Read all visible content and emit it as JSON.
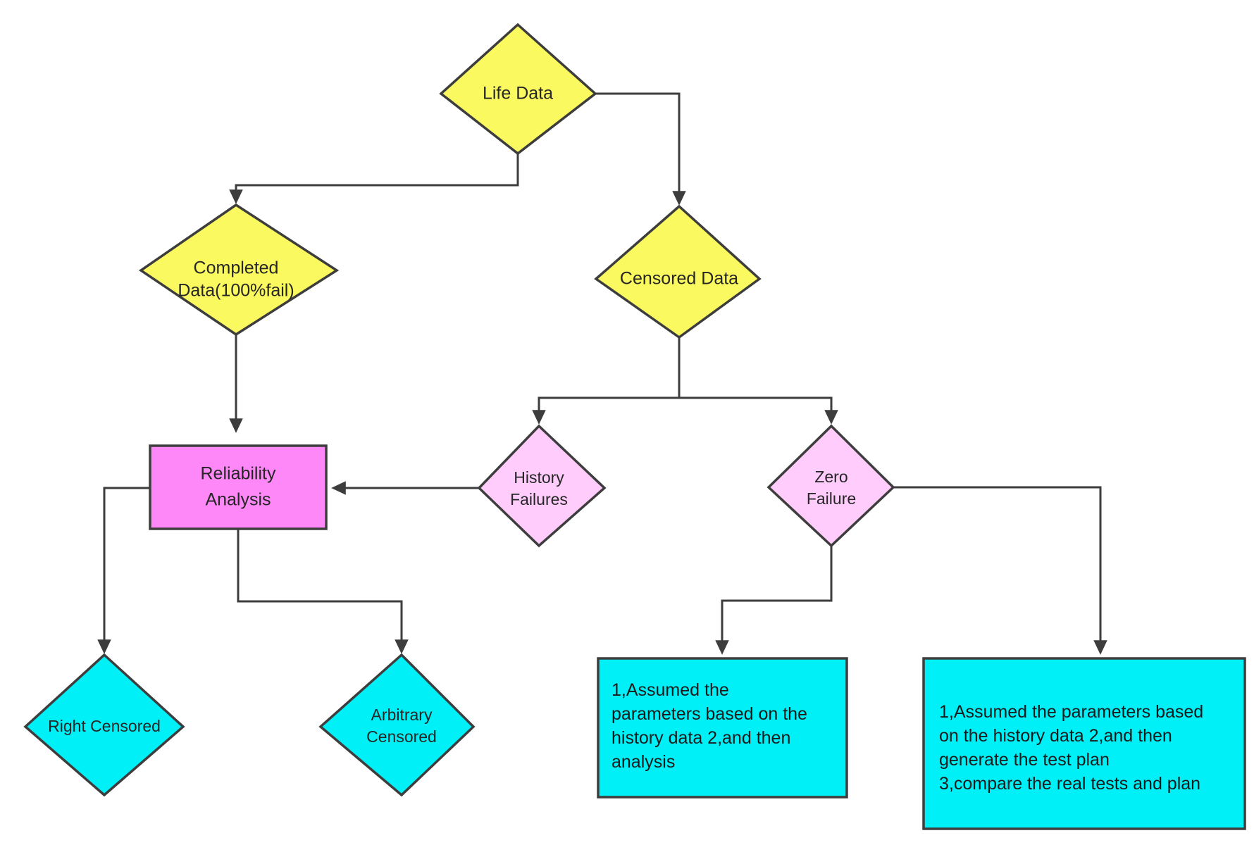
{
  "diagram": {
    "title": "Life Data Reliability Analysis Flowchart",
    "background": "#ffffff",
    "stroke_color": "#3d3d3d",
    "palette": {
      "yellow": "#faf95f",
      "pink_box": "#ff88f8",
      "pink_diamond": "#ffccfb",
      "cyan": "#00f0f8"
    }
  },
  "nodes": {
    "life_data": {
      "label": "Life Data",
      "shape": "diamond",
      "color": "#faf95f"
    },
    "completed_data": {
      "label_line1": "Completed",
      "label_line2": "Data(100%fail)",
      "shape": "diamond",
      "color": "#faf95f"
    },
    "censored_data": {
      "label": "Censored Data",
      "shape": "diamond",
      "color": "#faf95f"
    },
    "reliability_analysis": {
      "label_line1": "Reliability",
      "label_line2": "Analysis",
      "shape": "rect",
      "color": "#ff88f8"
    },
    "history_failures": {
      "label_line1": "History",
      "label_line2": "Failures",
      "shape": "diamond",
      "color": "#ffccfb"
    },
    "zero_failure": {
      "label_line1": "Zero",
      "label_line2": "Failure",
      "shape": "diamond",
      "color": "#ffccfb"
    },
    "right_censored": {
      "label": "Right Censored",
      "shape": "diamond",
      "color": "#00f0f8"
    },
    "arbitrary_censored": {
      "label_line1": "Arbitrary",
      "label_line2": "Censored",
      "shape": "diamond",
      "color": "#00f0f8"
    },
    "zero_failure_analysis_note": {
      "shape": "rect",
      "color": "#00f0f8",
      "lines": [
        "1,Assumed the",
        "parameters based on the",
        "history data 2,and then",
        "analysis"
      ]
    },
    "zero_failure_testplan_note": {
      "shape": "rect",
      "color": "#00f0f8",
      "lines": [
        "1,Assumed the parameters based",
        "on the history data 2,and then",
        "generate the  test plan",
        "3,compare the real tests and plan"
      ]
    }
  },
  "edges": [
    {
      "name": "life-data-to-completed-data",
      "from": "life_data",
      "to": "completed_data"
    },
    {
      "name": "life-data-to-censored-data",
      "from": "life_data",
      "to": "censored_data"
    },
    {
      "name": "completed-data-to-reliability-analysis",
      "from": "completed_data",
      "to": "reliability_analysis"
    },
    {
      "name": "censored-data-to-history-failures",
      "from": "censored_data",
      "to": "history_failures"
    },
    {
      "name": "censored-data-to-zero-failure",
      "from": "censored_data",
      "to": "zero_failure"
    },
    {
      "name": "history-failures-to-reliability-analysis",
      "from": "history_failures",
      "to": "reliability_analysis"
    },
    {
      "name": "reliability-analysis-to-right-censored",
      "from": "reliability_analysis",
      "to": "right_censored"
    },
    {
      "name": "reliability-analysis-to-arbitrary-censored",
      "from": "reliability_analysis",
      "to": "arbitrary_censored"
    },
    {
      "name": "zero-failure-to-analysis-note",
      "from": "zero_failure",
      "to": "zero_failure_analysis_note"
    },
    {
      "name": "zero-failure-to-testplan-note",
      "from": "zero_failure",
      "to": "zero_failure_testplan_note"
    }
  ]
}
